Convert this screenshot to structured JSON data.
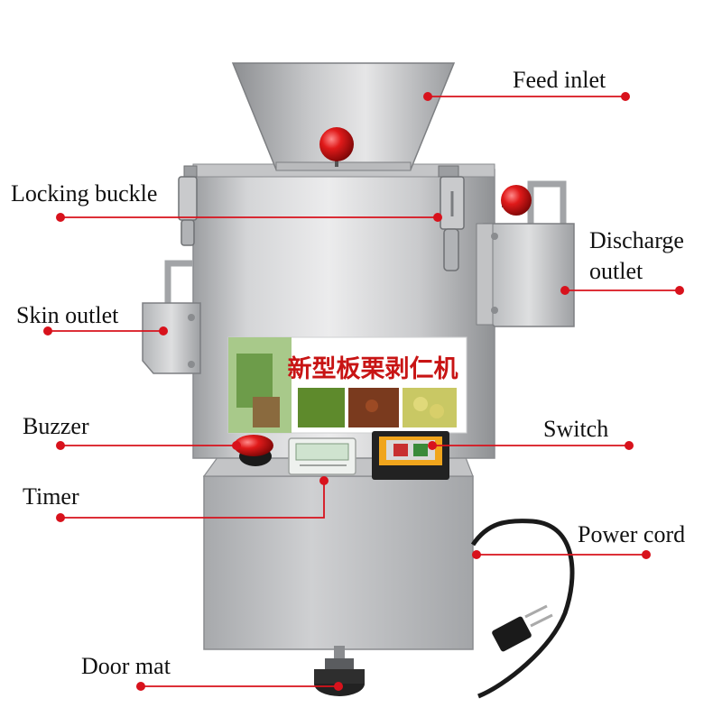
{
  "title": "",
  "colors": {
    "leader": "#d8121c",
    "dot": "#d8121c",
    "steel_light": "#d9dadc",
    "steel_mid": "#b6b8bb",
    "steel_dark": "#8e9093",
    "knob_red": "#e01a1a",
    "sign_text": "#c81414"
  },
  "machine": {
    "sign_text": "新型板栗剥仁机"
  },
  "labels": {
    "feed_inlet": "Feed inlet",
    "locking_buckle": "Locking buckle",
    "discharge_line1": "Discharge",
    "discharge_line2": "outlet",
    "skin_outlet": "Skin outlet",
    "buzzer": "Buzzer",
    "switch": "Switch",
    "timer": "Timer",
    "power_cord": "Power cord",
    "door_mat": "Door mat"
  }
}
